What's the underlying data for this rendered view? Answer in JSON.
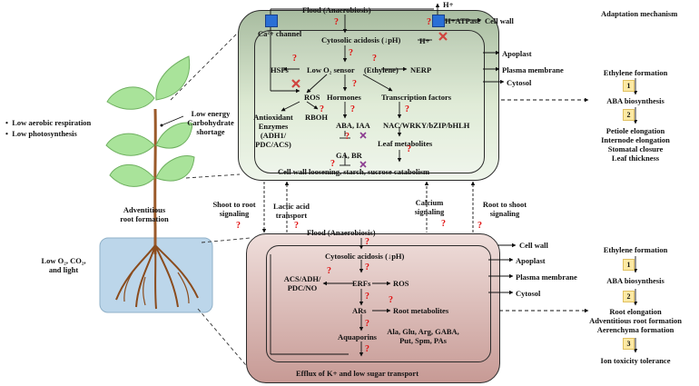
{
  "left_notes": {
    "bullet_1": "Low aerobic respiration",
    "bullet_2": "Low photosynthesis",
    "energy_1": "Low energy",
    "energy_2": "Carbohydrate",
    "energy_3": "shortage",
    "adventitious_1": "Adventitious",
    "adventitious_2": "root formation",
    "soil_1": "Low O₂, CO₂,",
    "soil_2": "and light"
  },
  "top_cell": {
    "flood": "Flood (Anaerobiosis)",
    "h_plus_top": "H+",
    "atpase": "H+ATPase",
    "ca_channel": "Ca²+ channel",
    "acidosis": "Cytosolic acidosis (↓pH)",
    "h_plus_inner": "H+",
    "hsfs": "HSFs",
    "o2_sensor": "Low O₂ sensor",
    "ethylene": "(Ethylene)",
    "nerp": "NERP",
    "ros": "ROS",
    "hormones": "Hormones",
    "tf": "Transcription  factors",
    "antioxidant_1": "Antioxidant",
    "antioxidant_2": "Enzymes",
    "antioxidant_3": "(ADH1/",
    "antioxidant_4": "PDC/ACS)",
    "rboh": "RBOH",
    "aba_iaa": "ABA, IAA",
    "nac": "NAC/WRKY/bZIP/bHLH",
    "leaf_metabolites": "Leaf metabolites",
    "ga_br": "GA, BR",
    "cell_wall_loosening": "Cell wall loosening, starch, sucrose catabolism",
    "out_cell_wall": "Cell wall",
    "out_apoplast": "Apoplast",
    "out_plasma": "Plasma membrane",
    "out_cytosol": "Cytosol"
  },
  "signals": {
    "shoot_to_root_1": "Shoot to root",
    "shoot_to_root_2": "signaling",
    "lactic_1": "Lactic acid",
    "lactic_2": "transport",
    "calcium_1": "Calcium",
    "calcium_2": "signaling",
    "root_to_shoot_1": "Root to shoot",
    "root_to_shoot_2": "signaling"
  },
  "bottom_cell": {
    "flood": "Flood (Anaerobiosis)",
    "acidosis": "Cytosolic acidosis (↓pH)",
    "acs": "ACS/ADH/",
    "pdc": "PDC/NO",
    "erfs": "ERFs",
    "ros": "ROS",
    "ars": "ARs",
    "root_metabolites": "Root metabolites",
    "aquaporins": "Aquaporins",
    "aa_1": "Ala, Glu, Arg, GABA,",
    "aa_2": "Put, Spm, PAs",
    "efflux": "Efflux of K+ and low sugar transport",
    "out_cell_wall": "Cell wall",
    "out_apoplast": "Apoplast",
    "out_plasma": "Plasma membrane",
    "out_cytosol": "Cytosol"
  },
  "adaptation": {
    "heading": "Adaptation mechanism",
    "shoot_ethylene": "Ethylene formation",
    "shoot_num_1": "1",
    "shoot_aba": "ABA biosynthesis",
    "shoot_num_2": "2",
    "shoot_r1": "Petiole elongation",
    "shoot_r2": "Internode elongation",
    "shoot_r3": "Stomatal closure",
    "shoot_r4": "Leaf thickness",
    "root_ethylene": "Ethylene formation",
    "root_num_1": "1",
    "root_aba": "ABA biosynthesis",
    "root_num_2": "2",
    "root_r1": "Root elongation",
    "root_r2": "Adventitious root formation",
    "root_r3": "Aerenchyma formation",
    "root_num_3": "3",
    "root_tol": "Ion toxicity tolerance"
  },
  "question_mark": "?",
  "colors": {
    "top_cell": "#b9cbb0",
    "bottom_cell": "#d4aaa5",
    "question": "#e01010",
    "leaf": "#a9e39a",
    "channel": "#2a6fd6",
    "cross": "#d0453f"
  }
}
